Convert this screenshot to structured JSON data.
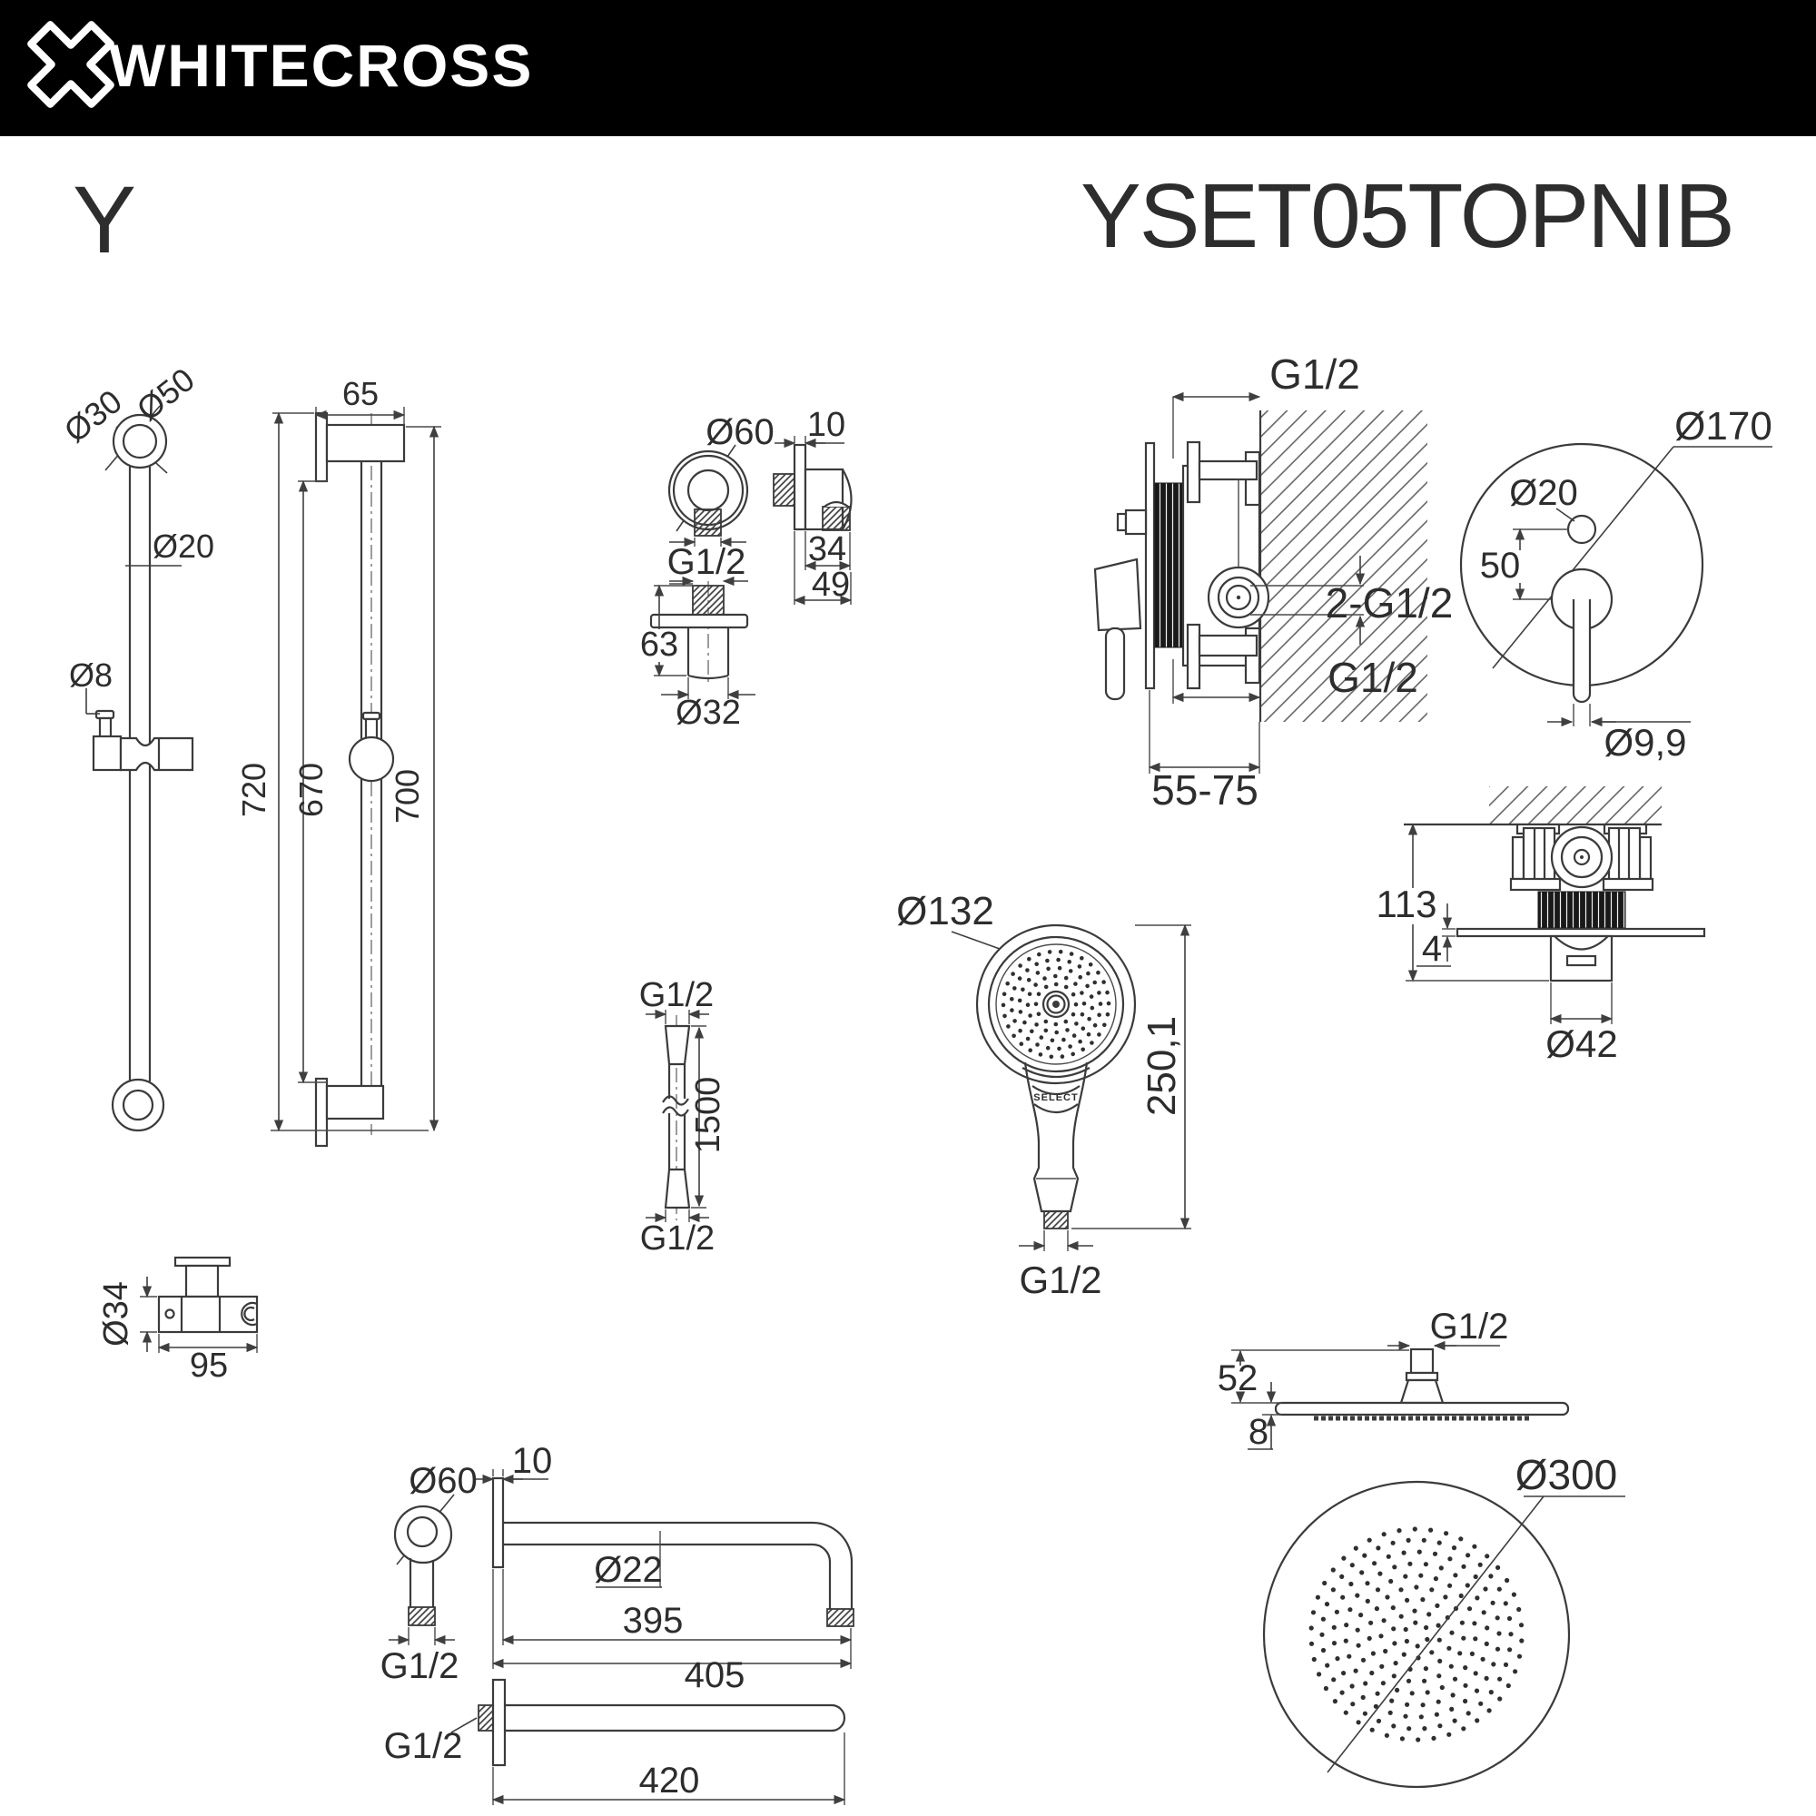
{
  "header": {
    "brand": "WHITECROSS",
    "logo_icon": "x-cross-icon"
  },
  "product": {
    "series": "Y",
    "model": "YSET05TOPNIB"
  },
  "colors": {
    "header_bg": "#000000",
    "header_text": "#ffffff",
    "line": "#3f3f3f",
    "text": "#2d2d2d",
    "background": "#ffffff"
  },
  "drawings": {
    "slide_bar_front": {
      "d30": "Ø30",
      "d50": "Ø50",
      "d20": "Ø20",
      "d8": "Ø8"
    },
    "slide_bar_side": {
      "w65": "65",
      "h720": "720",
      "h670": "670",
      "h700": "700"
    },
    "wall_outlet": {
      "d60": "Ø60",
      "g12": "G1/2",
      "h63": "63",
      "d32": "Ø32",
      "t10": "10",
      "d34": "34",
      "d49": "49"
    },
    "concealed_mixer": {
      "g12_top": "G1/2",
      "g12_ports": "2-G1/2",
      "g12_bottom": "G1/2",
      "depth": "55-75"
    },
    "mixer_trim": {
      "d170": "Ø170",
      "d20": "Ø20",
      "s50": "50",
      "d99": "Ø9,9"
    },
    "mixer_mount": {
      "h113": "113",
      "t4": "4",
      "d42": "Ø42"
    },
    "hand_shower": {
      "d132": "Ø132",
      "h250": "250,1",
      "g12": "G1/2",
      "select_label": "SELECT"
    },
    "hose": {
      "g12_top": "G1/2",
      "l1500": "1500",
      "g12_bottom": "G1/2"
    },
    "wall_bracket": {
      "d34": "Ø34",
      "w95": "95"
    },
    "shower_arm": {
      "d60": "Ø60",
      "t10": "10",
      "d22": "Ø22",
      "l395": "395",
      "l405": "405",
      "g12": "G1/2",
      "g12_straight": "G1/2",
      "l420": "420"
    },
    "head_shower": {
      "g12": "G1/2",
      "h52": "52",
      "t8": "8",
      "d300": "Ø300"
    }
  }
}
